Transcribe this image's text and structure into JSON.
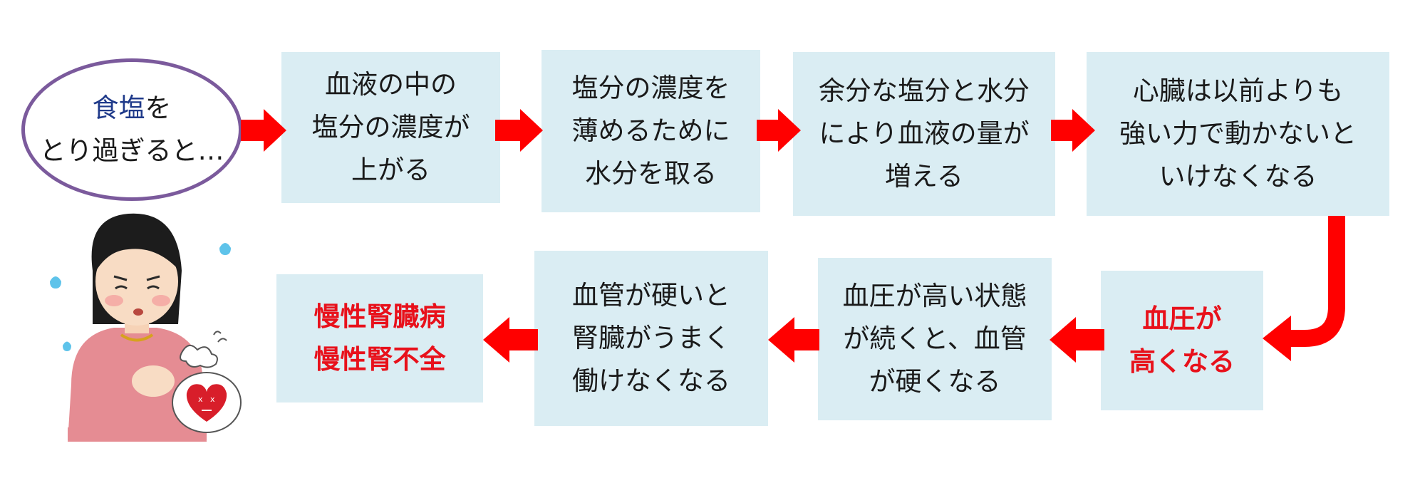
{
  "start": {
    "highlight": "食塩",
    "rest": "を",
    "line2": "とり過ぎると…"
  },
  "steps": [
    {
      "lines": [
        "血液の中の",
        "塩分の濃度が",
        "上がる"
      ]
    },
    {
      "lines": [
        "塩分の濃度を",
        "薄めるために",
        "水分を取る"
      ]
    },
    {
      "lines": [
        "余分な塩分と水分",
        "により血液の量が",
        "増える"
      ]
    },
    {
      "lines": [
        "心臓は以前よりも",
        "強い力で動かないと",
        "いけなくなる"
      ]
    },
    {
      "lines": [
        "血圧が",
        "高くなる"
      ]
    },
    {
      "lines": [
        "血圧が高い状態",
        "が続くと、血管",
        "が硬くなる"
      ]
    },
    {
      "lines": [
        "血管が硬いと",
        "腎臓がうまく",
        "働けなくなる"
      ]
    },
    {
      "lines": [
        "慢性腎臓病",
        "慢性腎不全"
      ]
    }
  ],
  "colors": {
    "box": "#daedf3",
    "arrow": "#ff0000",
    "highlight_text": "#e8111b",
    "oval_border": "#7b5a9c",
    "navy_text": "#1f3a8a"
  }
}
